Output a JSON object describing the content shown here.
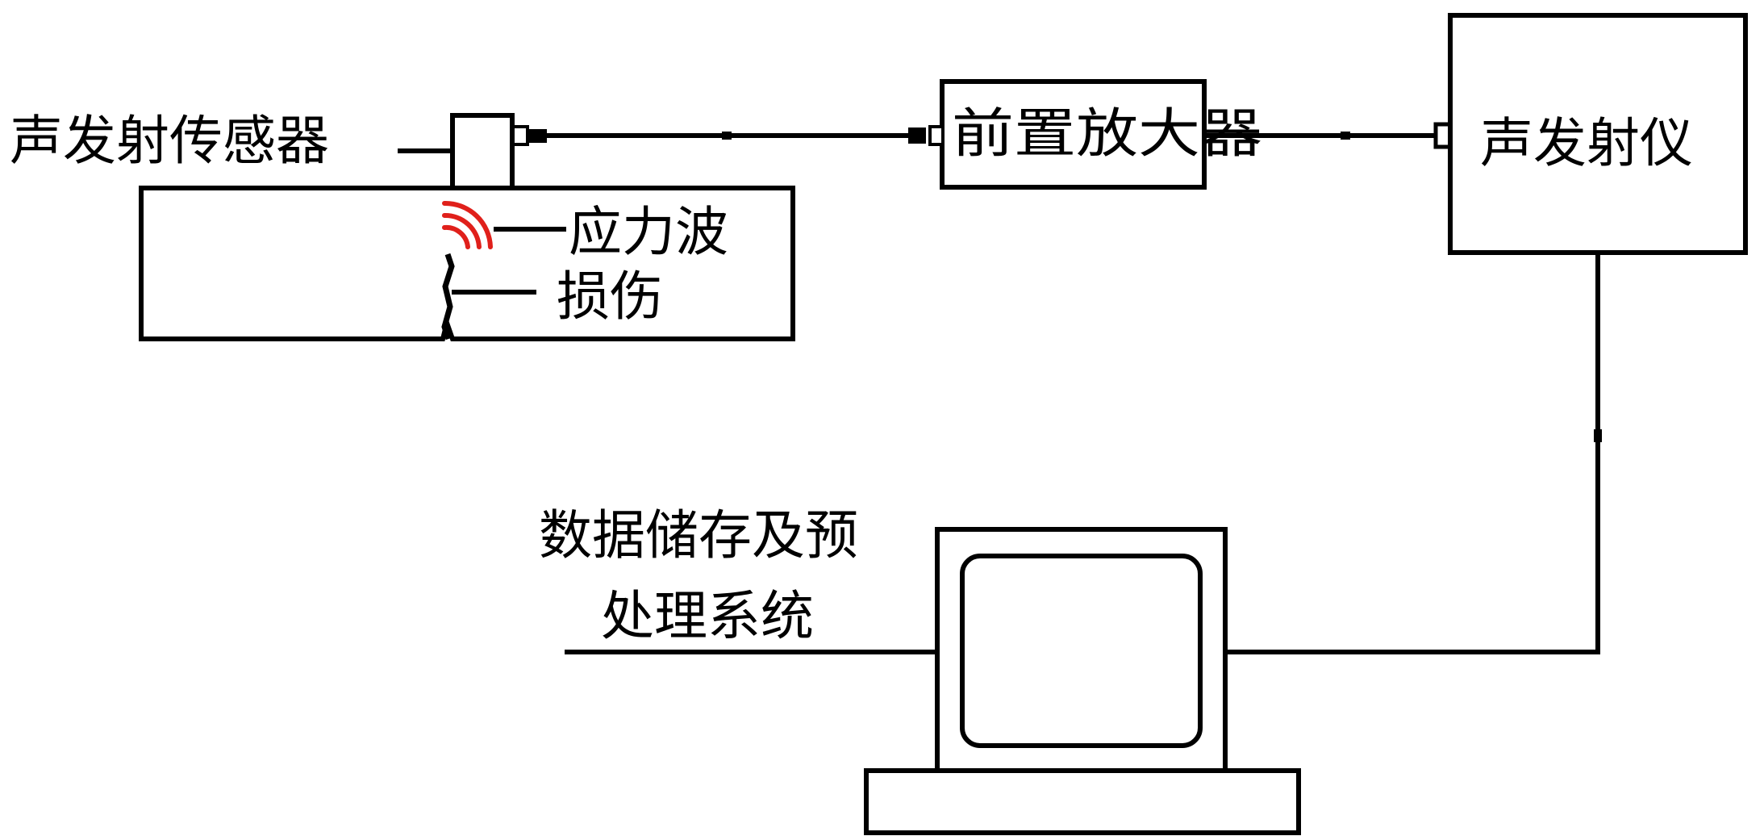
{
  "labels": {
    "sensor": "声发射传感器",
    "stress_wave": "应力波",
    "damage": "损伤",
    "preamp": "前置放大器",
    "ae_instrument": "声发射仪",
    "system_line1": "数据储存及预",
    "system_line2": "处理系统"
  },
  "colors": {
    "stroke": "#000000",
    "wave": "#e0201b",
    "background": "#ffffff"
  }
}
